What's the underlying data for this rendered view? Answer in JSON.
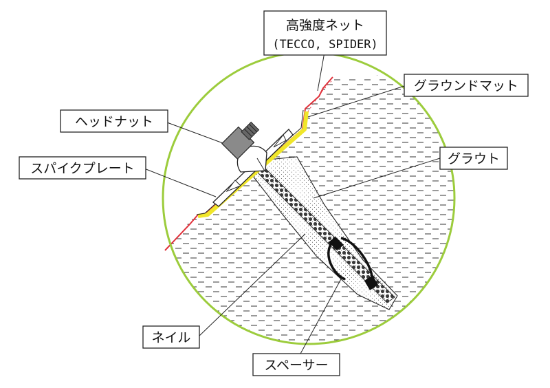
{
  "labels": {
    "net_line1": "高強度ネット",
    "net_line2": "(TECCO, SPIDER)",
    "ground_mat": "グラウンドマット",
    "head_nut": "ヘッドナット",
    "grout": "グラウト",
    "spike_plate": "スパイクプレート",
    "nail": "ネイル",
    "spacer": "スペーサー"
  },
  "colors": {
    "circle": "#9ccc3c",
    "yellow_mat": "#f0e62a",
    "red_net": "#e0303a",
    "soil_dash": "#333333",
    "outline": "#222222"
  }
}
